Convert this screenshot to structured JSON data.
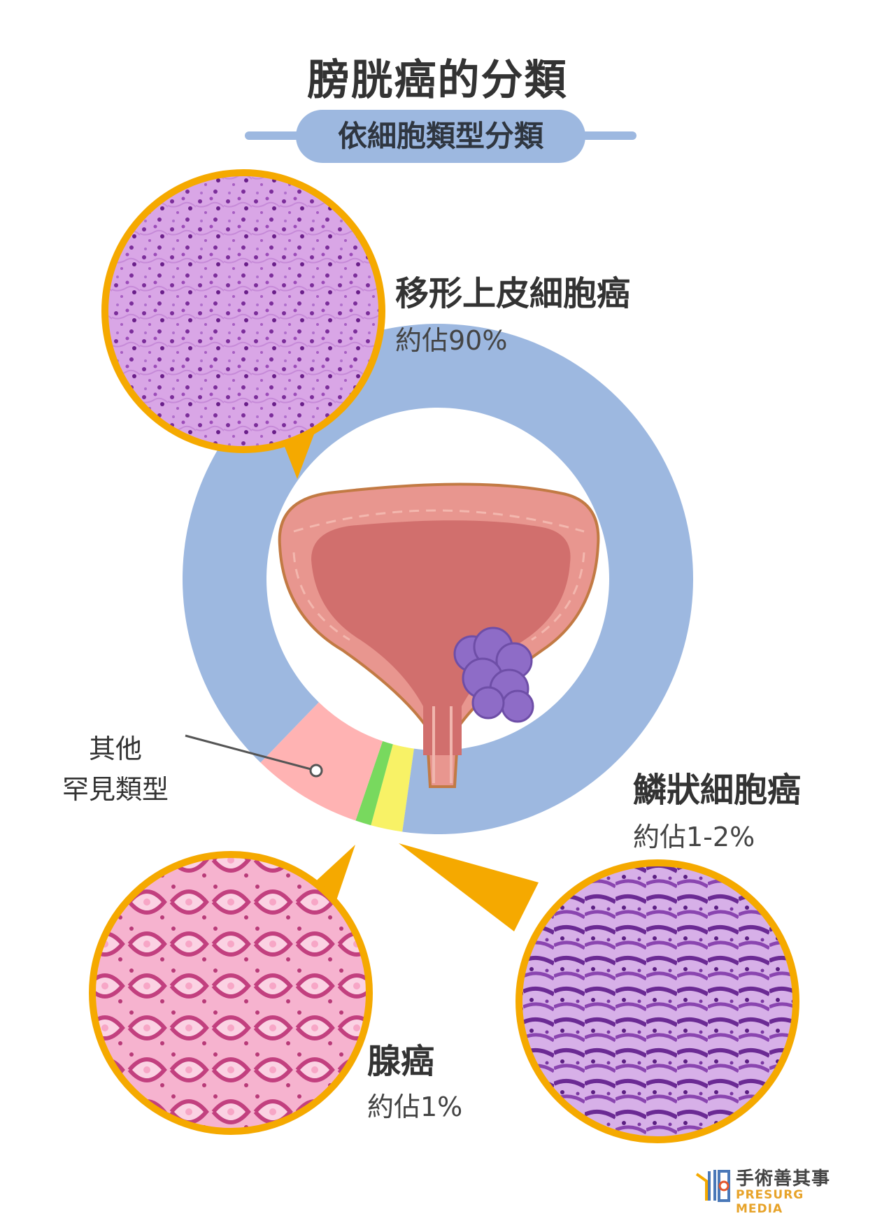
{
  "title": "膀胱癌的分類",
  "subtitle": "依細胞類型分類",
  "colors": {
    "blue": "#9db8e0",
    "pink": "#ffb3b3",
    "green": "#78d95e",
    "yellow": "#f8f266",
    "orange": "#f5a900",
    "text": "#333333",
    "bladder_outer": "#e8968f",
    "bladder_inner": "#d16f6d",
    "tumor": "#8e6cc7"
  },
  "chart_data": {
    "type": "pie",
    "title": "膀胱癌的分類",
    "subtitle": "依細胞類型分類",
    "series": [
      {
        "name": "移形上皮細胞癌",
        "value": 90,
        "label": "約佔90%",
        "color": "#9db8e0"
      },
      {
        "name": "其他罕見類型",
        "value": 7,
        "label": "",
        "color": "#ffb3b3"
      },
      {
        "name": "腺癌",
        "value": 1,
        "label": "約佔1%",
        "color": "#78d95e"
      },
      {
        "name": "鱗狀細胞癌",
        "value": 2,
        "label": "約佔1-2%",
        "color": "#f8f266"
      }
    ]
  },
  "labels": {
    "transitional": {
      "name": "移形上皮細胞癌",
      "pct": "約佔90%"
    },
    "squamous": {
      "name": "鱗狀細胞癌",
      "pct": "約佔1-2%"
    },
    "adeno": {
      "name": "腺癌",
      "pct": "約佔1%"
    },
    "other": {
      "line1": "其他",
      "line2": "罕見類型"
    }
  },
  "logo": {
    "name": "手術善其事",
    "subtitle": "PRESURG MEDIA"
  }
}
